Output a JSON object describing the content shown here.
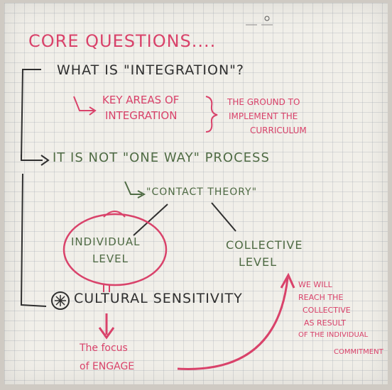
{
  "flipchart": {
    "title": "CORE QUESTIONS....",
    "q1": "WHAT IS \"INTEGRATION\"?",
    "key_areas": [
      "KEY AREAS OF",
      "INTEGRATION"
    ],
    "ground": [
      "THE GROUND TO",
      "IMPLEMENT THE",
      "CURRICULUM"
    ],
    "not_one_way": "IT IS NOT \"ONE WAY\" PROCESS",
    "contact_theory": "\"CONTACT THEORY\"",
    "individual": [
      "INDIVIDUAL",
      "LEVEL"
    ],
    "collective": [
      "COLLECTIVE",
      "LEVEL"
    ],
    "cultural": "CULTURAL SENSITIVITY",
    "focus": [
      "The focus",
      "of ENGAGE"
    ],
    "reach": [
      "WE WILL",
      "REACH THE",
      "COLLECTIVE",
      "AS RESULT",
      "OF THE INDIVIDUAL",
      "COMMITMENT"
    ],
    "ink_colors": {
      "red": "#d9426a",
      "dark": "#2f2f2f",
      "green": "#4f6b44"
    }
  }
}
